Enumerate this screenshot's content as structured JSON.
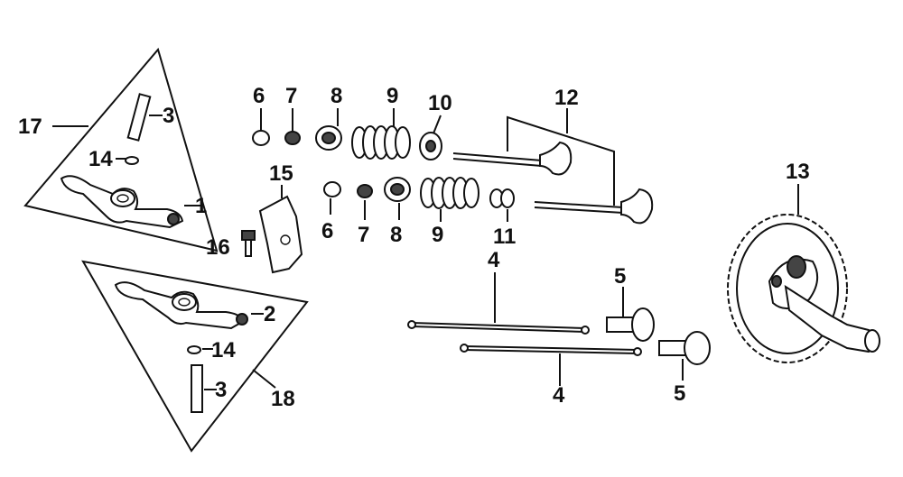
{
  "diagram": {
    "callouts": {
      "c1": "1",
      "c2": "2",
      "c3a": "3",
      "c3b": "3",
      "c4a": "4",
      "c4b": "4",
      "c5a": "5",
      "c5b": "5",
      "c6a": "6",
      "c6b": "6",
      "c7a": "7",
      "c7b": "7",
      "c8a": "8",
      "c8b": "8",
      "c9a": "9",
      "c9b": "9",
      "c10": "10",
      "c11": "11",
      "c12": "12",
      "c13": "13",
      "c14a": "14",
      "c14b": "14",
      "c15": "15",
      "c16": "16",
      "c17": "17",
      "c18": "18"
    }
  }
}
